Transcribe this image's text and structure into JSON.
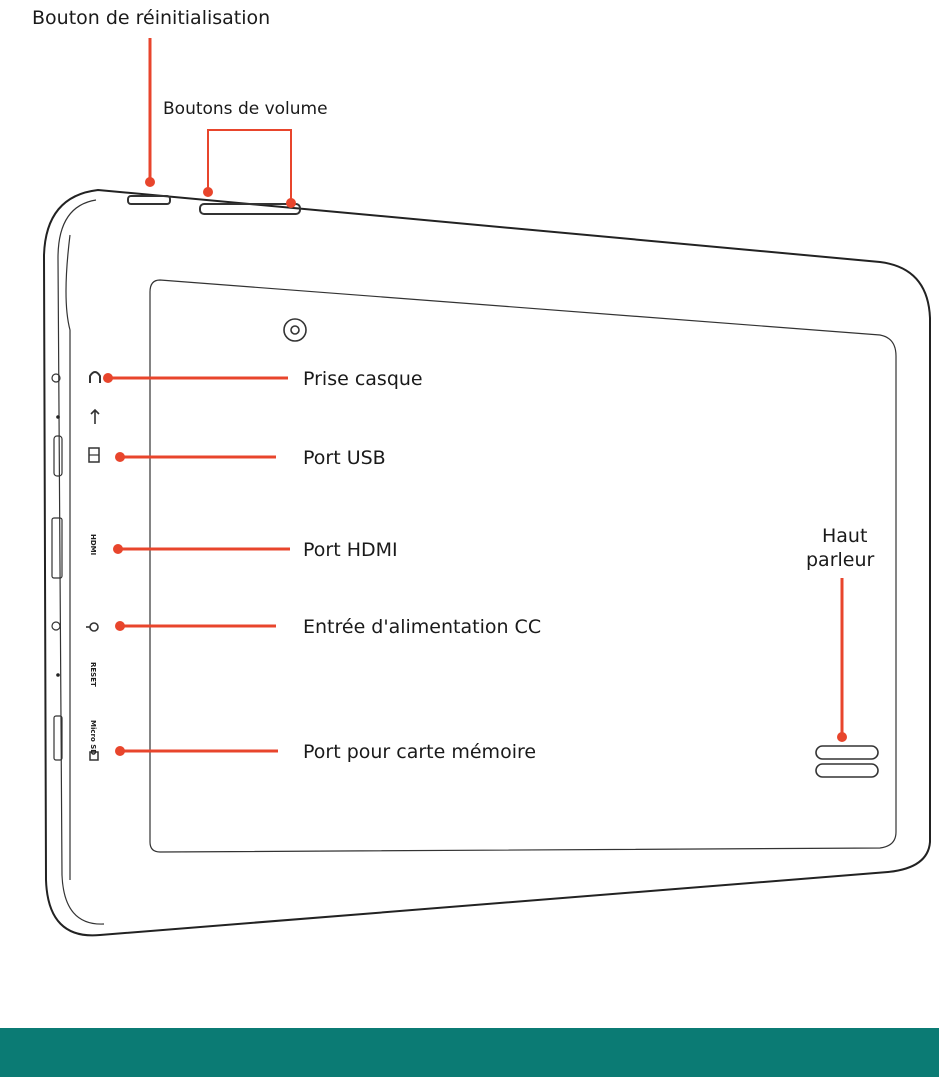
{
  "labels": {
    "reset_button": "Bouton de réinitialisation",
    "volume_buttons": "Boutons de volume",
    "headphone_jack": "Prise casque",
    "usb_port": "Port USB",
    "hdmi_port": "Port HDMI",
    "dc_power": "Entrée d'alimentation CC",
    "memory_card": "Port pour carte mémoire",
    "speaker_line1": "Haut",
    "speaker_line2": "parleur"
  },
  "port_markings": {
    "hdmi": "HDMI",
    "reset": "RESET",
    "microsd": "Micro SD"
  },
  "icons": [
    "headphone-icon",
    "usb-icon",
    "power-plug-icon",
    "camera-icon",
    "microsd-icon"
  ],
  "colors": {
    "callout": "#e8452c",
    "outline": "#222222",
    "footer": "#0b7b74"
  }
}
